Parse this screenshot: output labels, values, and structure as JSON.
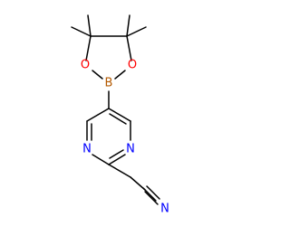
{
  "molecule": {
    "atoms": {
      "boron": {
        "label": "B",
        "color": "#b35900"
      },
      "oxygen_left": {
        "label": "O",
        "color": "#ff0000"
      },
      "oxygen_right": {
        "label": "O",
        "color": "#ff0000"
      },
      "nitrogen_left": {
        "label": "N",
        "color": "#0000ff"
      },
      "nitrogen_right": {
        "label": "N",
        "color": "#0000ff"
      },
      "nitrogen_nitrile": {
        "label": "N",
        "color": "#0000ff"
      }
    },
    "bond_color": "#000000"
  }
}
